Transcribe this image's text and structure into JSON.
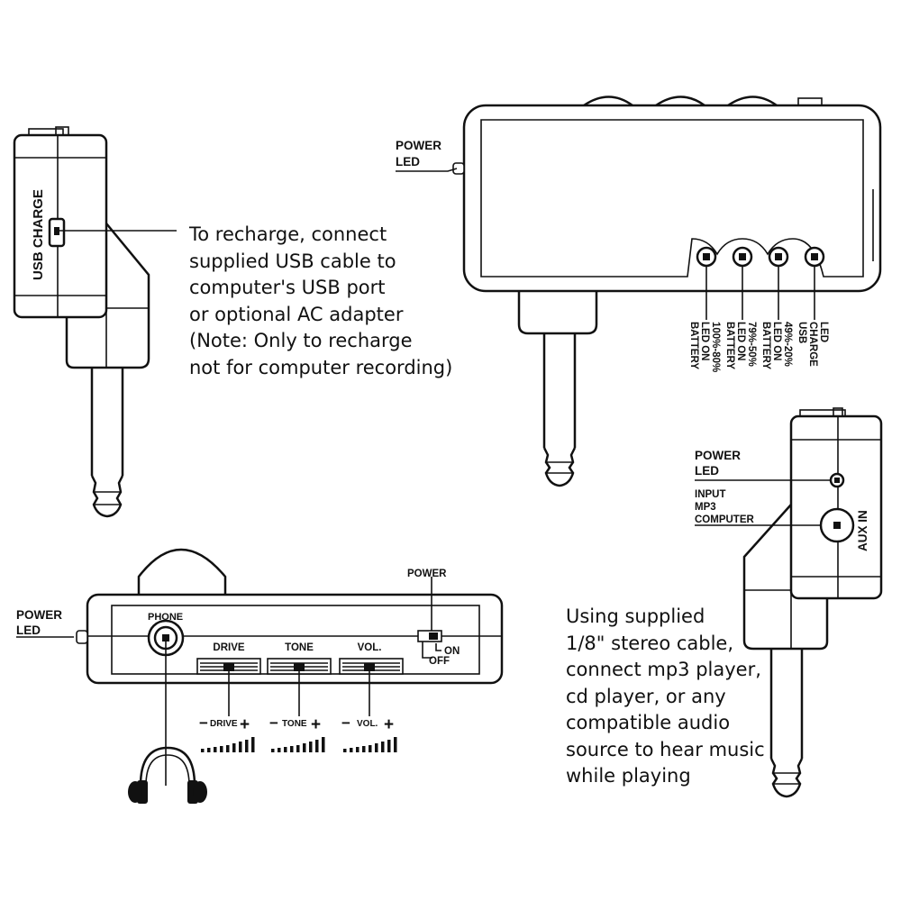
{
  "left_device": {
    "vertical_label": "USB CHARGE",
    "note_lines": [
      "To recharge, connect",
      "supplied USB cable to",
      "computer's USB port",
      "or optional AC adapter",
      "(Note: Only to recharge",
      "not for computer recording)"
    ]
  },
  "top_right_device": {
    "power_led": [
      "POWER",
      "LED"
    ],
    "led_labels": [
      [
        "BATTERY",
        "LED ON",
        "100%-80%"
      ],
      [
        "BATTERY",
        "LED ON",
        "79%-50%"
      ],
      [
        "BATTERY",
        "LED ON",
        "49%-20%"
      ],
      [
        "USB",
        "CHARGE",
        "LED"
      ]
    ]
  },
  "bottom_left_device": {
    "power_led": [
      "POWER",
      "LED"
    ],
    "phone_label": "PHONE",
    "knobs": [
      "DRIVE",
      "TONE",
      "VOL."
    ],
    "scale_labels": [
      "DRIVE",
      "TONE",
      "VOL."
    ],
    "minus": "−",
    "plus": "+",
    "power_label": "POWER",
    "switch_on": "ON",
    "switch_off": "OFF"
  },
  "bottom_right_device": {
    "power_led": [
      "POWER",
      "LED"
    ],
    "input_lines": [
      "INPUT",
      "MP3",
      "COMPUTER"
    ],
    "aux_label": "AUX IN",
    "note_lines": [
      "Using supplied",
      "1/8\" stereo cable,",
      "connect mp3 player,",
      "cd player, or any",
      "compatible audio",
      "source to hear music",
      "while playing"
    ]
  }
}
